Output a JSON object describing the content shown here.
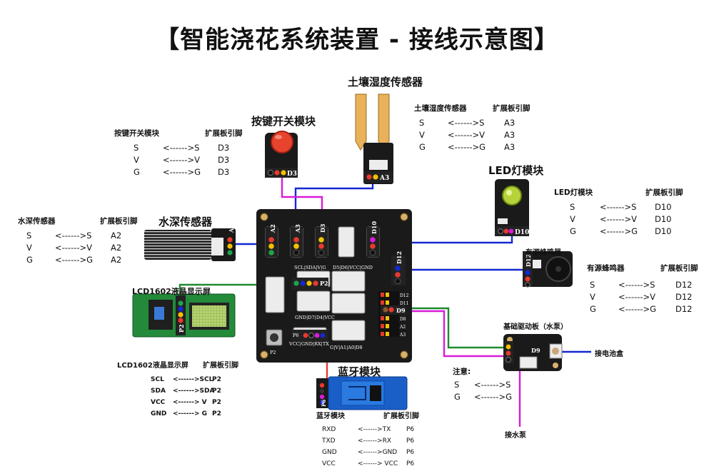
{
  "title": "【智能浇花系统装置 - 接线示意图】",
  "modules": {
    "button": {
      "title": "按键开关模块",
      "pin_label": "D3",
      "table_header": [
        "按键开关模块",
        "扩展板引脚"
      ],
      "rows": [
        [
          "S",
          "<------>S",
          "D3"
        ],
        [
          "V",
          "<------>V",
          "D3"
        ],
        [
          "G",
          "<------>G",
          "D3"
        ]
      ]
    },
    "soil": {
      "title": "土壤湿度传感器",
      "pin_label": "A3",
      "table_header": [
        "土壤湿度传感器",
        "扩展板引脚"
      ],
      "rows": [
        [
          "S",
          "<------>S",
          "A3"
        ],
        [
          "V",
          "<------>V",
          "A3"
        ],
        [
          "G",
          "<------>G",
          "A3"
        ]
      ]
    },
    "led": {
      "title": "LED灯模块",
      "pin_label": "D10",
      "table_header": [
        "LED灯模块",
        "扩展板引脚"
      ],
      "rows": [
        [
          "S",
          "<------>S",
          "D10"
        ],
        [
          "V",
          "<------>V",
          "D10"
        ],
        [
          "G",
          "<------>G",
          "D10"
        ]
      ]
    },
    "water_depth": {
      "title": "水深传感器",
      "pin_label": "A2",
      "table_header": [
        "水深传感器",
        "扩展板引脚"
      ],
      "rows": [
        [
          "S",
          "<------>S",
          "A2"
        ],
        [
          "V",
          "<------>V",
          "A2"
        ],
        [
          "G",
          "<------>G",
          "A2"
        ]
      ]
    },
    "buzzer": {
      "title": "有源蜂鸣器",
      "pin_label": "D12",
      "table_header": [
        "有源蜂鸣器",
        "扩展板引脚"
      ],
      "rows": [
        [
          "S",
          "<------>S",
          "D12"
        ],
        [
          "V",
          "<------>V",
          "D12"
        ],
        [
          "G",
          "<------>G",
          "D12"
        ]
      ]
    },
    "lcd": {
      "title": "LCD1602液晶显示屏",
      "pin_label": "P2",
      "table_header": [
        "LCD1602液晶显示屏",
        "扩展板引脚"
      ],
      "rows": [
        [
          "SCL",
          "<------>SCL",
          "P2"
        ],
        [
          "SDA",
          "<------>SDA",
          "P2"
        ],
        [
          "VCC",
          "<------> V",
          "P2"
        ],
        [
          "GND",
          "<------> G",
          "P2"
        ]
      ]
    },
    "bluetooth": {
      "title": "蓝牙模块",
      "pin_label": "P6",
      "table_header": [
        "蓝牙模块",
        "扩展板引脚"
      ],
      "rows": [
        [
          "RXD",
          "<------>TX",
          "P6"
        ],
        [
          "TXD",
          "<------>RX",
          "P6"
        ],
        [
          "GND",
          "<------>GND",
          "P6"
        ],
        [
          "VCC",
          "<------> VCC",
          "P6"
        ]
      ]
    },
    "pump": {
      "title": "基础驱动板（水泵）",
      "battery_label": "接电池盒",
      "pump_label": "接水泵",
      "note_title": "注意:",
      "rows": [
        [
          "S",
          "<------>S"
        ],
        [
          "G",
          "<------>G"
        ]
      ],
      "pin_label": "D9"
    }
  },
  "board": {
    "ports": [
      "A2",
      "A3",
      "D3",
      "D10",
      "D12",
      "P2",
      "P6"
    ],
    "silk_top": "SCL|SDA|V|G",
    "silk_top2": "D5|D6|VCC|GND",
    "silk_mid": "GND|D7|D4|VCC",
    "silk_bot": "G|V|A1|A0|D8",
    "silk_p6": "VCC|GND|RX|TX",
    "header_labels": [
      "D12",
      "D11",
      "D9",
      "D8",
      "A2",
      "A3"
    ],
    "button_label": "P2"
  },
  "colors": {
    "blue_wire": "#1428d2",
    "magenta_wire": "#d81bd8",
    "green_wire": "#1e8a2e",
    "red_wire": "#e03b3b",
    "board": "#1a1a1a",
    "header_yellow": "#f2c200",
    "header_red": "#e43a2c"
  }
}
